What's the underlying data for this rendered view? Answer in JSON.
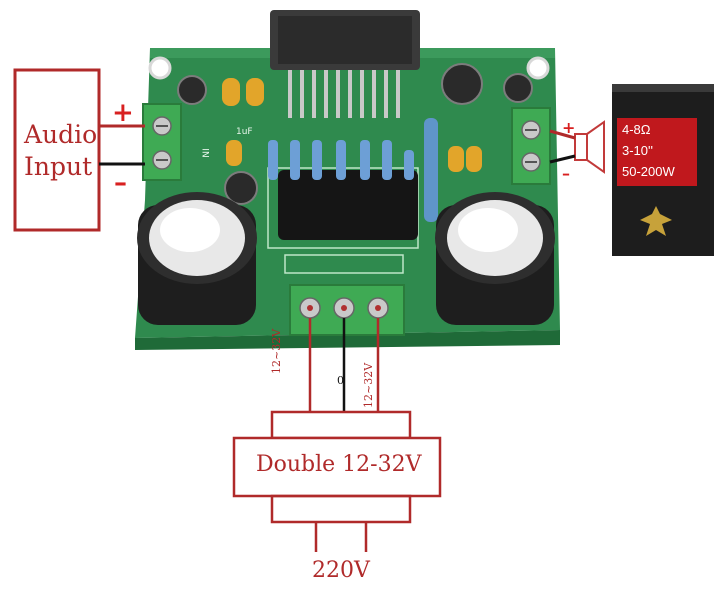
{
  "audio_input": {
    "line1": "Audio",
    "line2": "Input",
    "plus": "+",
    "minus": "–"
  },
  "speaker": {
    "plus": "+",
    "minus": "–",
    "specs": [
      "4-8Ω",
      "3-10''",
      "50-200W"
    ]
  },
  "board": {
    "silk_label_cap": "1uF",
    "silk_label_in": "IN"
  },
  "power": {
    "left_rail": "12~32V",
    "center": "0",
    "right_rail": "12~32V",
    "transformer_label": "Double 12-32V",
    "mains_label": "220V"
  },
  "colors": {
    "label_red": "#b02a2a",
    "pcb_green": "#2f8a4e",
    "terminal_green": "#3faa54",
    "speaker_box": "#1d1d1d",
    "speaker_label_bg": "#c0181d"
  }
}
